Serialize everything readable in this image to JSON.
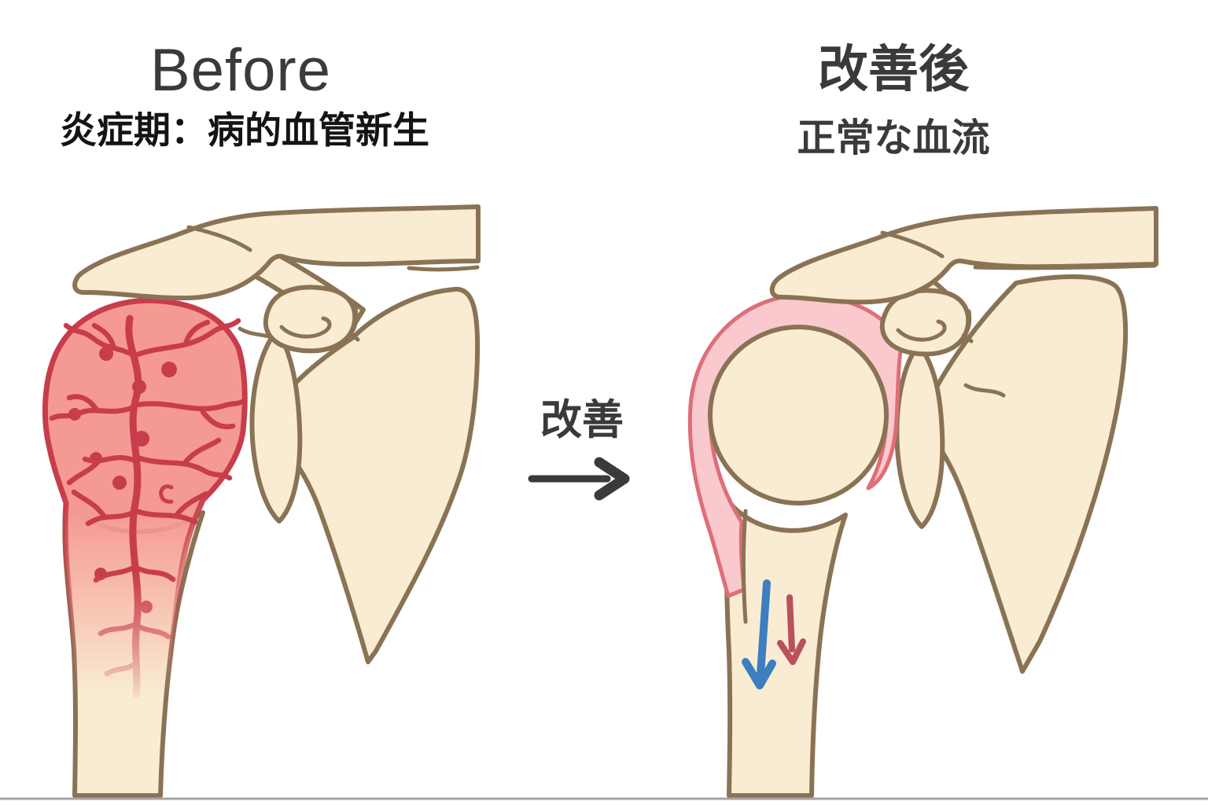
{
  "panels": {
    "before": {
      "title": "Before",
      "subtitle": "炎症期：病的血管新生",
      "depicts": "shoulder joint with inflamed humeral head covered by pathological new blood vessels"
    },
    "after": {
      "title": "改善後",
      "subtitle": "正常な血流",
      "depicts": "shoulder joint with thin normal joint capsule and normal downward blood flow arrows"
    }
  },
  "transition": {
    "label": "改善",
    "icon": "arrow-right-icon"
  },
  "icons": {
    "transition_arrow": "arrow-right-icon",
    "venous_flow": "arrow-down-icon-blue",
    "arterial_flow": "arrow-down-icon-red"
  },
  "colors": {
    "background": "#ffffff",
    "bone-fill": "#f9ecd3",
    "bone-outline": "#8a7355",
    "inflamed-fill": "#f59a92",
    "vessel-red": "#c83d4b",
    "capsule-fill": "#f9c9ce",
    "capsule-outline": "#de6e78",
    "flow-blue": "#3d7ec0",
    "flow-red": "#b9505a",
    "title-text": "#3a3a3a",
    "subtitle-text": "#141414",
    "divider-gray": "#a9a2a4"
  }
}
